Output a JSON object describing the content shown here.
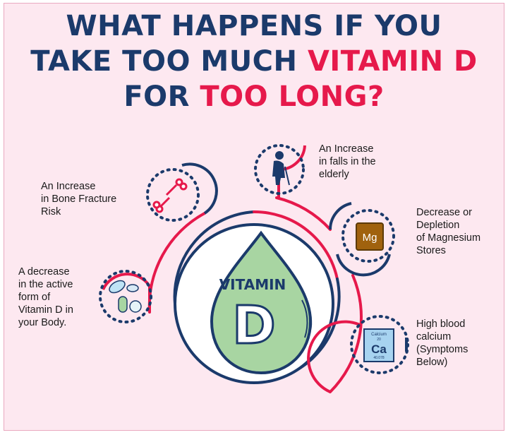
{
  "title": {
    "line1": "WHAT HAPPENS IF YOU",
    "line2_plain": "TAKE TOO MUCH ",
    "line2_highlight": "VITAMIN D",
    "line3_plain": "FOR ",
    "line3_highlight": "TOO LONG?"
  },
  "center": {
    "label_top": "VITAMIN",
    "label_big": "D"
  },
  "effects": [
    {
      "id": "falls",
      "text": "An Increase\nin falls in the\nelderly",
      "icon": "elderly-person-icon"
    },
    {
      "id": "fracture",
      "text": "An Increase\nin Bone Fracture\nRisk",
      "icon": "broken-bone-icon"
    },
    {
      "id": "magnesium",
      "text": "Decrease or\nDepletion\nof Magnesium\nStores",
      "icon": "magnesium-tile-icon",
      "symbol": "Mg"
    },
    {
      "id": "active-form",
      "text": "A decrease\nin the active\nform of\nVitamin D in\nyour Body.",
      "icon": "pills-icon"
    },
    {
      "id": "calcium",
      "text": "High blood\ncalcium\n(Symptoms\nBelow)",
      "icon": "calcium-element-icon",
      "symbol": "Ca",
      "element_name": "Calcium",
      "atomic_number": "20",
      "atomic_mass": "40.078"
    }
  ],
  "colors": {
    "navy": "#1b3a6b",
    "pink": "#e6194b",
    "background": "#fde8f0",
    "drop_green": "#a8d5a2"
  }
}
